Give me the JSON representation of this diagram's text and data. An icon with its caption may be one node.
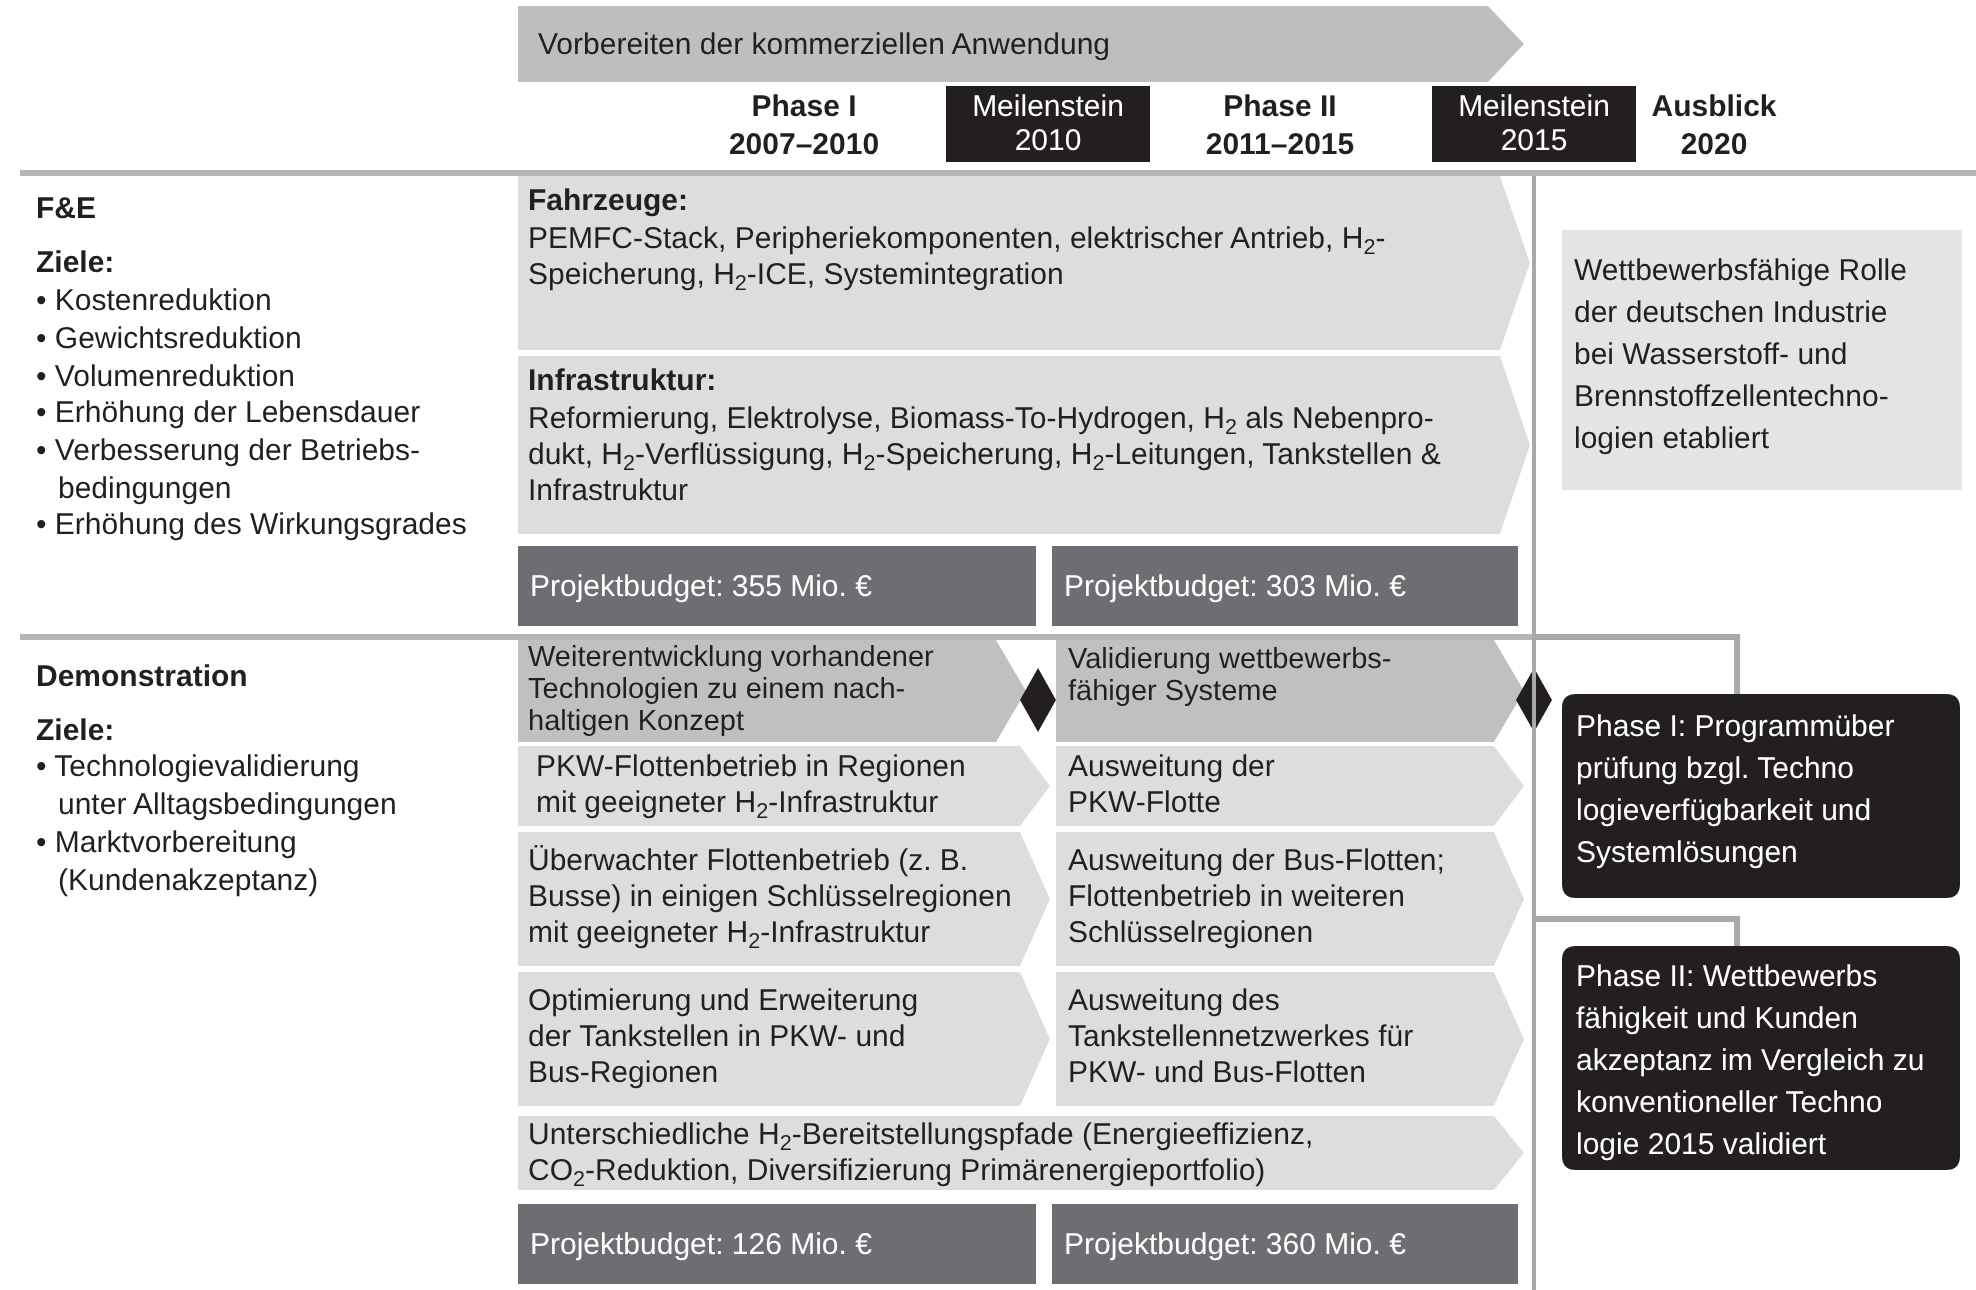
{
  "diagram": {
    "nodes": [
      {
        "text": [
          "Vorbereiten der kommerziellen Anwendung"
        ]
      },
      {
        "text": [
          "Meilenstein 2010"
        ]
      },
      {
        "text": [
          "Meilenstein 2015"
        ]
      },
      {
        "text": [
          "Fahrzeuge:",
          "PEMFC-Stack, Peripheriekomponenten, elektrischer Antrieb, H$_{2}$-Speicherung, H$_{2}$-ICE, Systemintegration"
        ]
      },
      {
        "text": [
          "Infrastruktur:",
          "Reformierung, Elektrolyse, Biomass-To-Hydrogen, H$_{2}$ als Nebenpro- dukt, H$_{2}$-Verflüssigung, H$_{2}$-Speicherung, H$_{2}$-Leitungen, Tankstellen & Infrastruktur"
        ]
      },
      {
        "text": [
          "Wettbewerbsfähige Rolle der deutschen Industrie bei Wasserstoff- und Brennstoffzellentechno- logien etabliert"
        ]
      },
      {
        "text": [
          "Projektbudget: 355 Mio. €"
        ]
      },
      {
        "text": [
          "Projektbudget: 303 Mio. €"
        ]
      },
      {
        "text": [
          "Weiterentwicklung vorhandener Technologien zu einem nach- haltigen Konzept"
        ]
      },
      {
        "text": [],
        "shape": "diamond"
      },
      {
        "text": [
          "Validierung wettbewerbs- fähiger Systeme"
        ]
      },
      {
        "text": [],
        "shape": "diamond"
      },
      {
        "text": [
          "Phase I: Programmüber prüfung bzgl. Techno logieverfügbarkeit und Systemlösungen"
        ]
      },
      {
        "text": [
          "PKW-Flottenbetrieb in Regionen mit geeigneter H$_{2}$-Infrastruktur"
        ]
      },
      {
        "text": [
          "Ausweitung der PKW-Flotte"
        ]
      },
      {
        "text": [
          "Phase II: Wettbewerbs fähigkeit und Kunden akzeptanz im Vergleich zu konventioneller Techno logie 2015 validiert"
        ]
      },
      {
        "text": [
          "Überwachter Flottenbetrieb (z. B. Busse) in einigen Schlüsselregionen mit geeigneter H$_{2}$-Infrastruktur"
        ]
      },
      {
        "text": [
          "Ausweitung der Bus-Flotten; Flottenbetrieb in weiteren Schlüsselregionen"
        ]
      },
      {
        "text": [
          "Optimierung und Erweiterung der Tankstellen in PKW- und Bus-Regionen"
        ]
      },
      {
        "text": [
          "Ausweitung des Tankstellennetzwerkes für PKW- und Bus-Flotten"
        ]
      },
      {
        "text": [
          "Unterschiedliche H$_{2}$-Bereitstellungspfade (Energieeffizienz, CO$_{2}$-Reduktion, Diversifizierung Primärenergieportfolio)"
        ]
      },
      {
        "text": [
          "Projektbudget: 126 Mio. €"
        ]
      },
      {
        "text": [
          "Projektbudget: 360 Mio. €"
        ]
      },
      {
        "text": [],
        "shape": "bar"
      }
    ],
    "edges": [
      {
        "from": 23,
        "to": 12,
        "arrow": "none"
      },
      {
        "from": 23,
        "to": 15,
        "arrow": "none"
      }
    ],
    "labels": [
      "Phase I 2007–2010",
      "Phase II 2011–2015",
      "Ausblick 2020",
      "F&E",
      "Ziele:",
      "• Kostenreduktion",
      "• Gewichtsreduktion",
      "• Volumenreduktion",
      "• Erhöhung der Lebensdauer",
      "• Verbesserung der Betriebs- bedingungen",
      "• Erhöhung des Wirkungsgrades",
      "Demonstration",
      "Ziele:",
      "• Technologievalidierung unter Alltagsbedingungen",
      "• Marktvorbereitung (Kundenakzeptanz)"
    ]
  }
}
